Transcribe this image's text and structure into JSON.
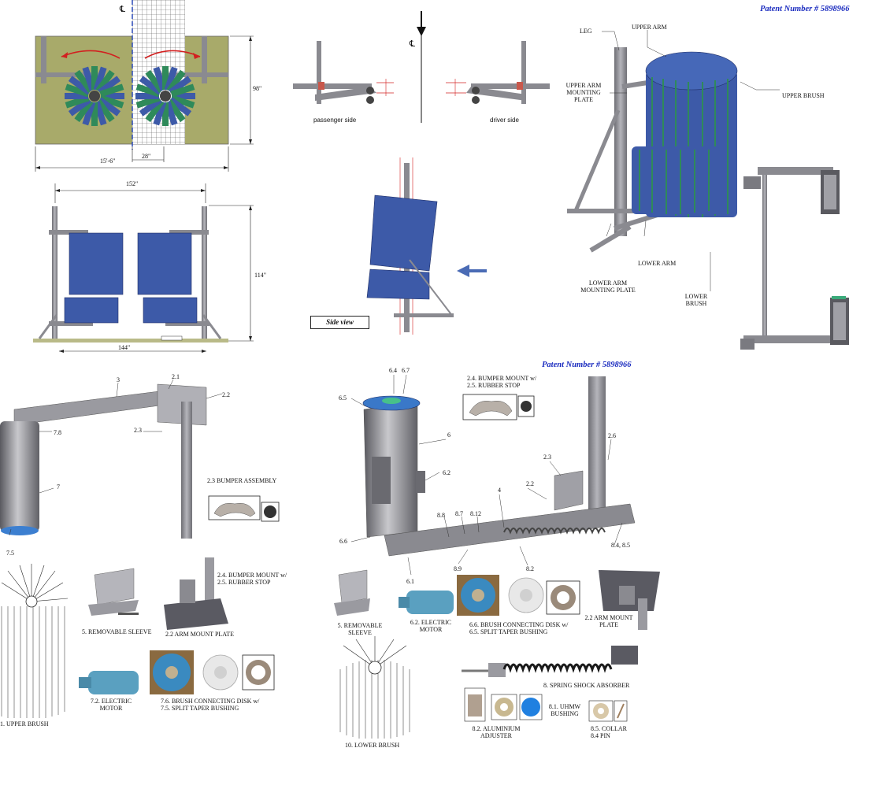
{
  "patent": {
    "top_right": "Patent Number # 5898966",
    "middle": "Patent Number # 5898966"
  },
  "top_view": {
    "centerline": "℄",
    "width_total": "15'-6\"",
    "gap": "28\"",
    "height": "98\""
  },
  "front_view": {
    "top_width": "152\"",
    "height": "114\"",
    "base_width": "144\""
  },
  "side_views": {
    "centerline": "℄",
    "passenger": "passenger side",
    "driver": "driver side",
    "side_view_label": "Side view"
  },
  "iso_labels": {
    "leg": "LEG",
    "upper_arm": "UPPER ARM",
    "upper_arm_mount_plate": [
      "UPPER ARM",
      "MOUNTING",
      "PLATE"
    ],
    "upper_brush": "UPPER BRUSH",
    "lower_arm": "LOWER ARM",
    "lower_arm_mount_plate": [
      "LOWER ARM",
      "MOUNTING PLATE"
    ],
    "lower_brush": [
      "LOWER",
      "BRUSH"
    ]
  },
  "upper_assembly": {
    "callouts": [
      "3",
      "2.1",
      "2.2",
      "2.3",
      "7.8",
      "7",
      "7.5"
    ],
    "bumper_assembly": "2.3 BUMPER ASSEMBLY"
  },
  "lower_assembly": {
    "callouts": [
      "6.4",
      "6.7",
      "6.5",
      "6",
      "6.2",
      "6.6",
      "6.1",
      "2.6",
      "2.3",
      "2.2",
      "4",
      "8.8",
      "8.7",
      "8.12",
      "8.9",
      "8.2",
      "8.4, 8.5"
    ],
    "bumper_mount": [
      "2.4. BUMPER MOUNT w/",
      "2.5. RUBBER STOP"
    ]
  },
  "parts_left": {
    "bumper_mount": [
      "2.4. BUMPER MOUNT w/",
      "2.5. RUBBER STOP"
    ],
    "removable_sleeve": "5. REMOVABLE SLEEVE",
    "arm_mount_plate": "2.2 ARM MOUNT PLATE",
    "upper_brush": "1. UPPER BRUSH",
    "electric_motor": [
      "7.2. ELECTRIC",
      "MOTOR"
    ],
    "brush_disk": [
      "7.6. BRUSH CONNECTING DISK  w/",
      "7.5. SPLIT TAPER BUSHING"
    ]
  },
  "parts_right": {
    "removable_sleeve": [
      "5. REMOVABLE",
      "SLEEVE"
    ],
    "electric_motor": [
      "6.2. ELECTRIC",
      "MOTOR"
    ],
    "brush_disk": [
      "6.6. BRUSH CONNECTING DISK  w/",
      "6.5. SPLIT TAPER BUSHING"
    ],
    "arm_mount_plate": [
      "2.2  ARM MOUNT",
      "PLATE"
    ],
    "lower_brush": "10. LOWER BRUSH",
    "shock_absorber": "8. SPRING SHOCK ABSORBER",
    "uhmw_bushing": [
      "8.1. UHMW",
      "BUSHING"
    ],
    "aluminium_adjuster": [
      "8.2. ALUMINIUM",
      "ADJUSTER"
    ],
    "collar_pin": [
      "8.5. COLLAR",
      "8.4 PIN"
    ]
  },
  "colors": {
    "brush_blue": "#3d5aa8",
    "brush_green": "#2f8a5a",
    "steel": "#8a8a90",
    "pad": "#a8aa6a",
    "arrow_red": "#d22020",
    "patent_blue": "#1a2bbf"
  }
}
